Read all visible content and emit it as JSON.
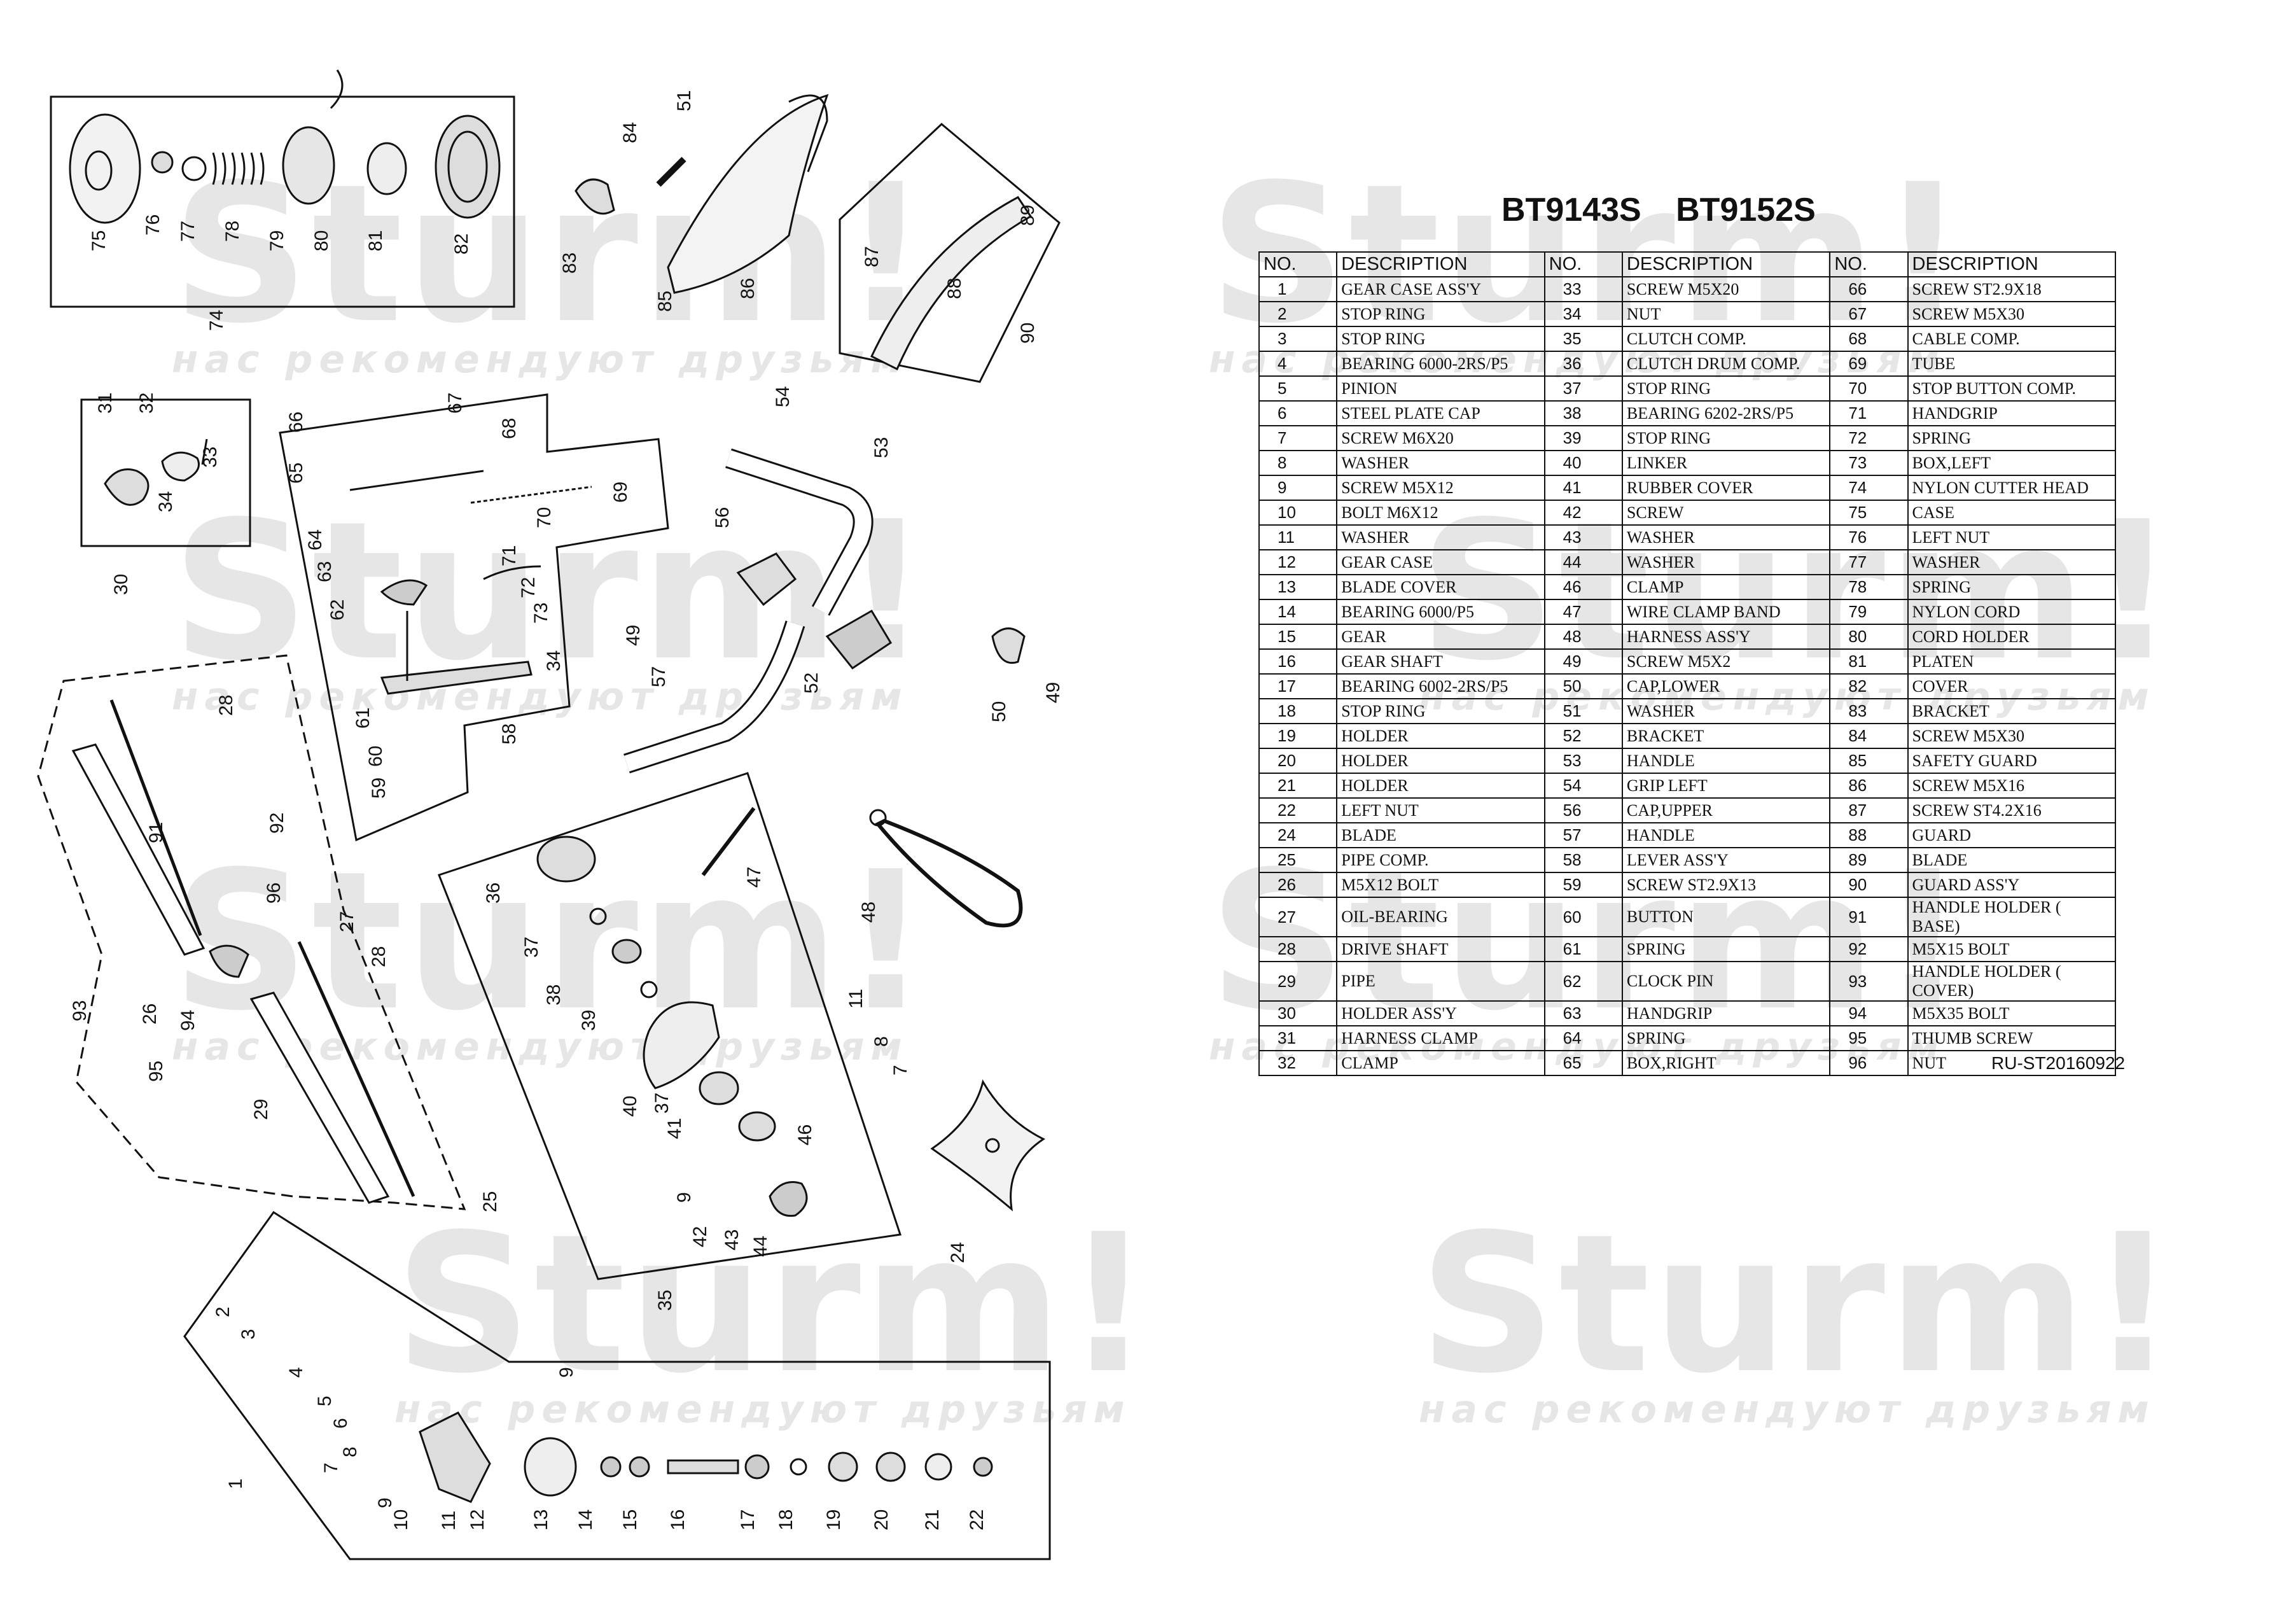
{
  "title": "BT9143S   BT9152S",
  "document_code": "RU-ST20160922",
  "watermark": {
    "logo": "Sturm!",
    "slogan": "нас рекомендуют друзьям",
    "reg": "®"
  },
  "table": {
    "headers": [
      "NO.",
      "DESCRIPTION",
      "NO.",
      "DESCRIPTION",
      "NO.",
      "DESCRIPTION"
    ],
    "rows": [
      [
        "1",
        "GEAR CASE ASS'Y",
        "33",
        "SCREW M5X20",
        "66",
        "SCREW ST2.9X18"
      ],
      [
        "2",
        "STOP RING",
        "34",
        "NUT",
        "67",
        "SCREW M5X30"
      ],
      [
        "3",
        "STOP RING",
        "35",
        "CLUTCH COMP.",
        "68",
        "CABLE COMP."
      ],
      [
        "4",
        "BEARING 6000-2RS/P5",
        "36",
        "CLUTCH DRUM COMP.",
        "69",
        "TUBE"
      ],
      [
        "5",
        "PINION",
        "37",
        "STOP RING",
        "70",
        "STOP BUTTON COMP."
      ],
      [
        "6",
        "STEEL PLATE CAP",
        "38",
        "BEARING 6202-2RS/P5",
        "71",
        "HANDGRIP"
      ],
      [
        "7",
        "SCREW M6X20",
        "39",
        "STOP RING",
        "72",
        "SPRING"
      ],
      [
        "8",
        "WASHER",
        "40",
        "LINKER",
        "73",
        "BOX,LEFT"
      ],
      [
        "9",
        "SCREW M5X12",
        "41",
        "RUBBER COVER",
        "74",
        "NYLON CUTTER HEAD"
      ],
      [
        "10",
        "BOLT M6X12",
        "42",
        "SCREW",
        "75",
        "CASE"
      ],
      [
        "11",
        "WASHER",
        "43",
        "WASHER",
        "76",
        "LEFT NUT"
      ],
      [
        "12",
        "GEAR CASE",
        "44",
        "WASHER",
        "77",
        "WASHER"
      ],
      [
        "13",
        "BLADE COVER",
        "46",
        "CLAMP",
        "78",
        "SPRING"
      ],
      [
        "14",
        "BEARING 6000/P5",
        "47",
        "WIRE CLAMP BAND",
        "79",
        "NYLON CORD"
      ],
      [
        "15",
        "GEAR",
        "48",
        "HARNESS ASS'Y",
        "80",
        "CORD HOLDER"
      ],
      [
        "16",
        "GEAR SHAFT",
        "49",
        "SCREW M5X2",
        "81",
        "PLATEN"
      ],
      [
        "17",
        "BEARING 6002-2RS/P5",
        "50",
        "CAP,LOWER",
        "82",
        "COVER"
      ],
      [
        "18",
        "STOP RING",
        "51",
        "WASHER",
        "83",
        "BRACKET"
      ],
      [
        "19",
        "HOLDER",
        "52",
        "BRACKET",
        "84",
        "SCREW M5X30"
      ],
      [
        "20",
        "HOLDER",
        "53",
        "HANDLE",
        "85",
        "SAFETY GUARD"
      ],
      [
        "21",
        "HOLDER",
        "54",
        "GRIP LEFT",
        "86",
        "SCREW M5X16"
      ],
      [
        "22",
        "LEFT NUT",
        "56",
        "CAP,UPPER",
        "87",
        "SCREW ST4.2X16"
      ],
      [
        "24",
        "BLADE",
        "57",
        "HANDLE",
        "88",
        "GUARD"
      ],
      [
        "25",
        "PIPE COMP.",
        "58",
        "LEVER ASS'Y",
        "89",
        "BLADE"
      ],
      [
        "26",
        "M5X12 BOLT",
        "59",
        "SCREW ST2.9X13",
        "90",
        "GUARD ASS'Y"
      ],
      [
        "27",
        "OIL-BEARING",
        "60",
        "BUTTON",
        "91",
        "HANDLE HOLDER ( BASE)"
      ],
      [
        "28",
        "DRIVE SHAFT",
        "61",
        "SPRING",
        "92",
        "M5X15 BOLT"
      ],
      [
        "29",
        "PIPE",
        "62",
        "CLOCK PIN",
        "93",
        "HANDLE HOLDER ( COVER)"
      ],
      [
        "30",
        "HOLDER ASS'Y",
        "63",
        "HANDGRIP",
        "94",
        "M5X35 BOLT"
      ],
      [
        "31",
        "HARNESS CLAMP",
        "64",
        "SPRING",
        "95",
        "THUMB SCREW"
      ],
      [
        "32",
        "CLAMP",
        "65",
        "BOX,RIGHT",
        "96",
        "NUT"
      ]
    ]
  },
  "callouts": [
    "1",
    "2",
    "3",
    "4",
    "5",
    "6",
    "7",
    "8",
    "9",
    "10",
    "11",
    "12",
    "13",
    "14",
    "15",
    "16",
    "17",
    "18",
    "19",
    "20",
    "21",
    "22",
    "24",
    "25",
    "26",
    "27",
    "28",
    "29",
    "30",
    "31",
    "32",
    "33",
    "34",
    "35",
    "36",
    "37",
    "38",
    "39",
    "40",
    "41",
    "42",
    "43",
    "44",
    "46",
    "47",
    "48",
    "49",
    "50",
    "51",
    "52",
    "53",
    "54",
    "56",
    "57",
    "58",
    "59",
    "60",
    "61",
    "62",
    "63",
    "64",
    "65",
    "66",
    "67",
    "68",
    "69",
    "70",
    "71",
    "72",
    "73",
    "74",
    "75",
    "76",
    "77",
    "78",
    "79",
    "80",
    "81",
    "82",
    "83",
    "84",
    "85",
    "86",
    "87",
    "88",
    "89",
    "90",
    "91",
    "92",
    "93",
    "94",
    "95",
    "96"
  ]
}
